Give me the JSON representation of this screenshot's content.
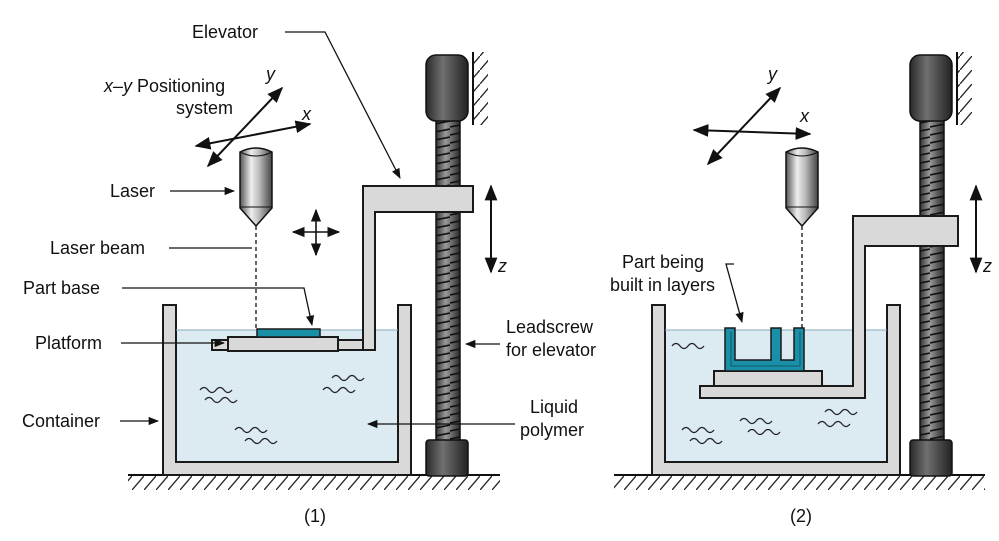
{
  "labels": {
    "elevator": "Elevator",
    "xy_pos_1": "x–y Positioning",
    "xy_pos_2": "system",
    "laser": "Laser",
    "laser_beam": "Laser beam",
    "part_base": "Part base",
    "platform": "Platform",
    "container": "Container",
    "leadscrew_1": "Leadscrew",
    "leadscrew_2": "for elevator",
    "liquid_1": "Liquid",
    "liquid_2": "polymer",
    "part_building_1": "Part being",
    "part_building_2": "built in layers",
    "axis_x": "x",
    "axis_y": "y",
    "axis_z": "z",
    "caption_1": "(1)",
    "caption_2": "(2)"
  },
  "colors": {
    "liquid": "#dcebf2",
    "part": "#1a8fa8",
    "gray_light": "#d9d9d9",
    "gray_dark": "#404040",
    "outline": "#1a1a1a"
  }
}
